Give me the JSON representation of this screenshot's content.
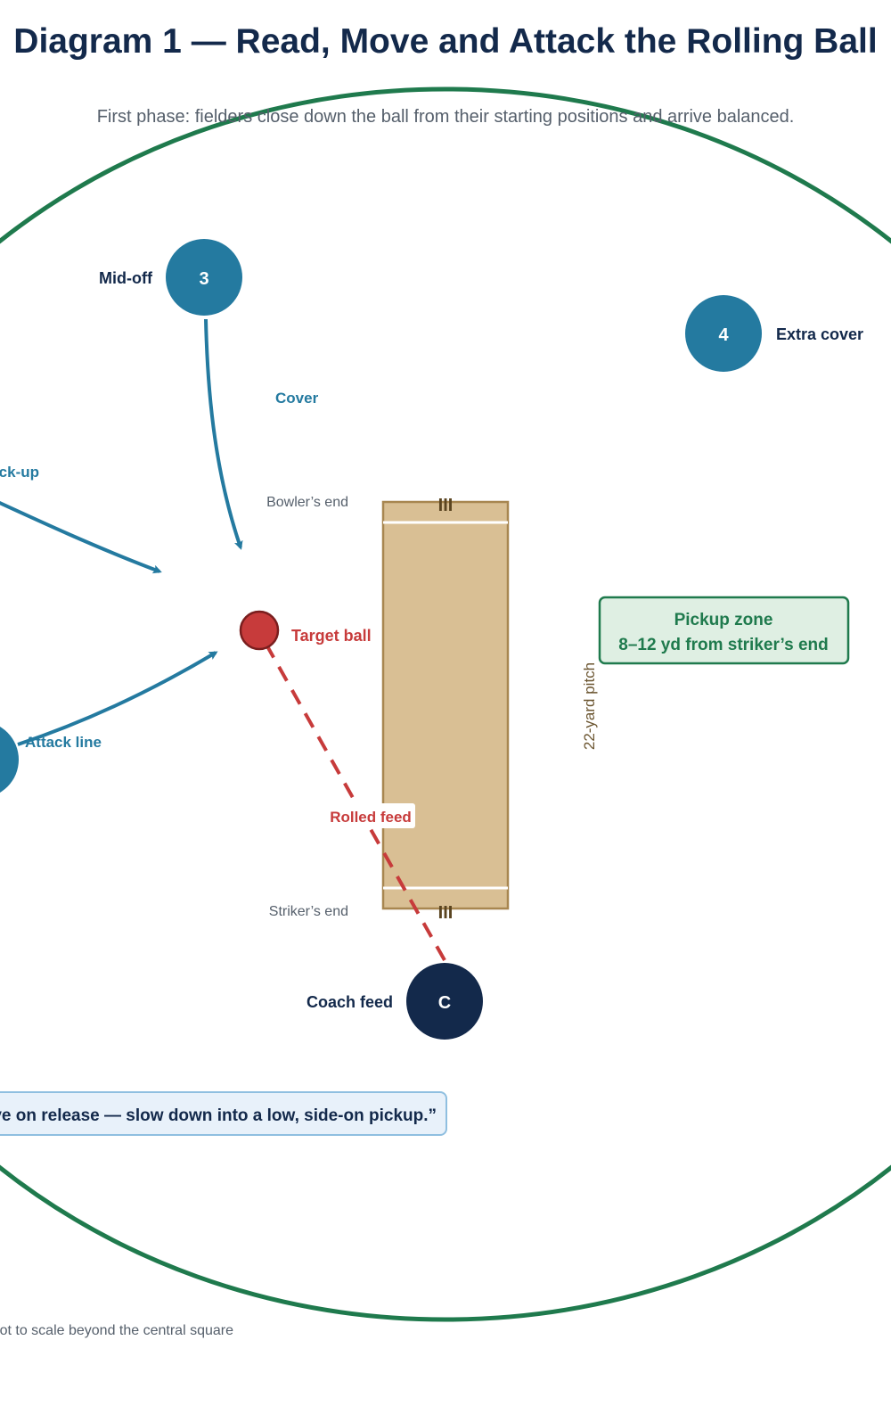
{
  "title": "Diagram 1 — Read, Move and Attack the Rolling Ball",
  "subtitle": "First phase: fielders close down the ball from their starting positions and arrive balanced.",
  "colors": {
    "navy": "#13294b",
    "fielder": "#247aa0",
    "boundary": "#1f7a4d",
    "ball": "#c73b3b",
    "pitch": "#d9bf94",
    "pitch_border": "#a88650",
    "zone_fill": "#dfefe3",
    "callout_fill": "#e8f1fa",
    "callout_border": "#8fbfe0",
    "muted": "#555f6b"
  },
  "fielders": [
    {
      "number": "3",
      "label": "Mid-off"
    },
    {
      "number": "4",
      "label": "Extra cover"
    }
  ],
  "coach": {
    "number": "C",
    "label": "Coach feed"
  },
  "arrow_labels": {
    "cover": "Cover",
    "backup": "Back-up",
    "attack": "Attack line"
  },
  "ball": {
    "label": "Target ball"
  },
  "feed": {
    "label": "Rolled feed"
  },
  "pitch": {
    "bowler_end": "Bowler’s end",
    "striker_end": "Striker’s end",
    "length_label": "22-yard pitch",
    "stumps_glyph": "III"
  },
  "pickup_zone": {
    "line1": "Pickup zone",
    "line2": "8–12 yd from striker’s end"
  },
  "coaching_cue": "“Move on release — slow down into a low, side-on pickup.”",
  "footnote": "Not to scale beyond the central square"
}
